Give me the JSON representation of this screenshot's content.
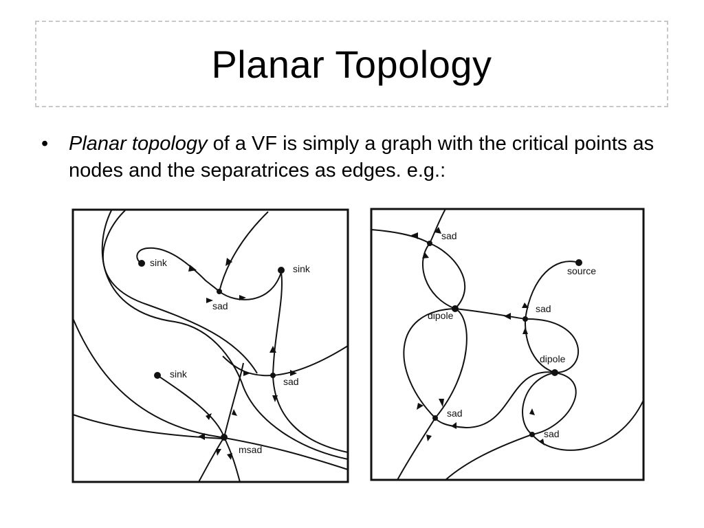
{
  "slide": {
    "title": "Planar Topology",
    "bullet_marker": "•",
    "bullet_italic": "Planar topology",
    "bullet_text": " of a VF is simply a graph with the critical points as nodes and the separatrices as edges. e.g.:"
  },
  "left_diagram": {
    "labels": {
      "sink_1": "sink",
      "sink_2": "sink",
      "sink_3": "sink",
      "sad_1": "sad",
      "sad_2": "sad",
      "msad": "msad"
    }
  },
  "right_diagram": {
    "labels": {
      "sad_top": "sad",
      "source": "source",
      "dipole_left": "dipole",
      "sad_mid": "sad",
      "dipole_right": "dipole",
      "sad_bottom_left": "sad",
      "sad_bottom_right": "sad"
    }
  },
  "colors": {
    "ink": "#111111",
    "title_border": "#c8c8c8",
    "background": "#ffffff"
  }
}
